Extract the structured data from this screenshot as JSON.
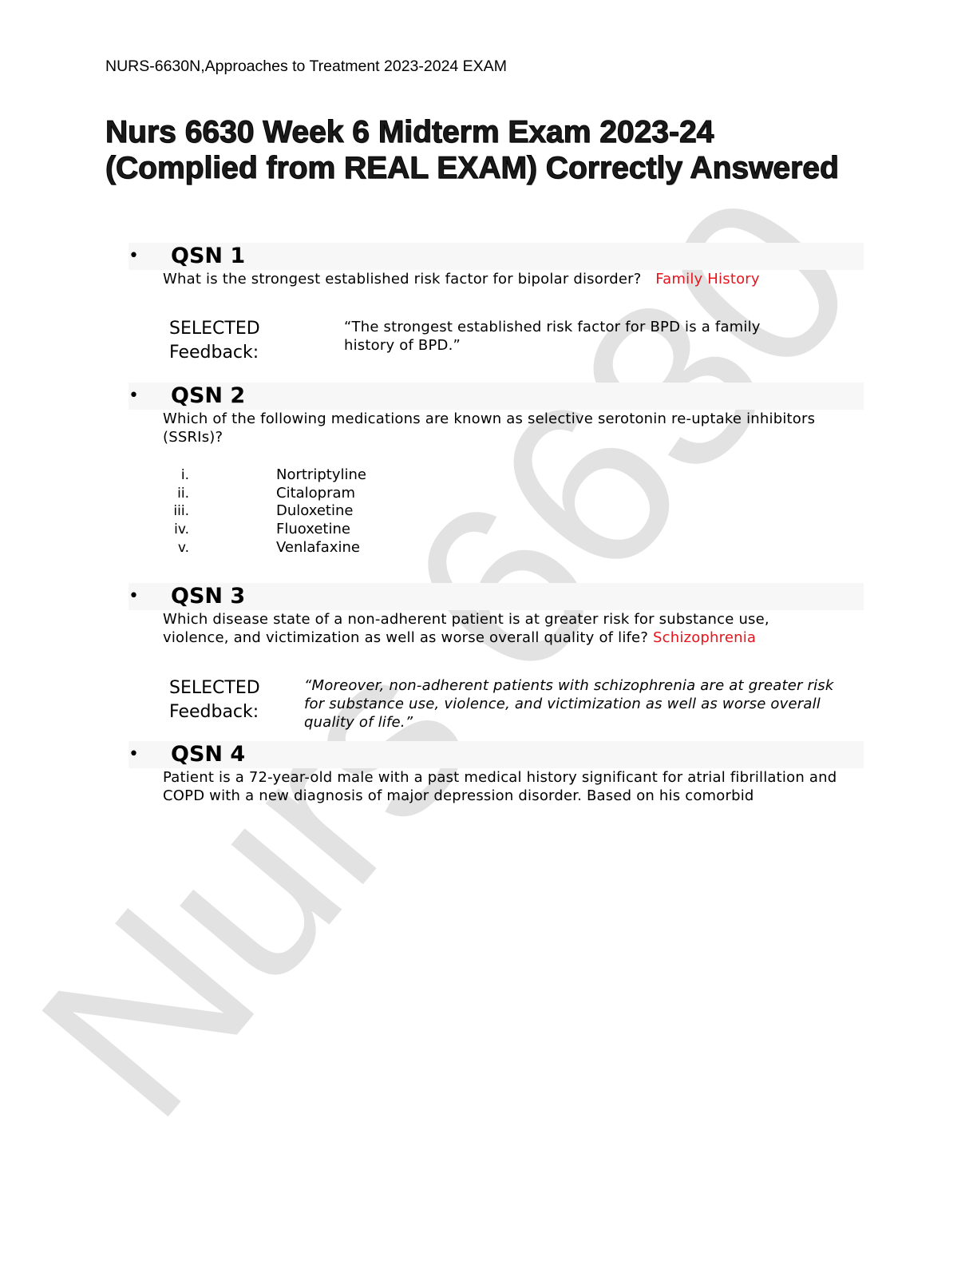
{
  "watermark": "Nurs 6630",
  "running_header": "NURS-6630N,Approaches to Treatment 2023-2024 EXAM",
  "title": "Nurs 6630 Week 6 Midterm Exam 2023-24 (Complied from REAL EXAM) Correctly Answered",
  "bullet": "•",
  "questions": [
    {
      "label": "QSN 1",
      "text": "What is the strongest established risk factor for bipolar disorder?",
      "answer": "Family History",
      "feedback_label_1": "SELECTED",
      "feedback_label_2": "Feedback:",
      "feedback_text": "“The strongest established risk factor for BPD is a family history of BPD.”"
    },
    {
      "label": "QSN 2",
      "text": "Which of the following medications are known as selective serotonin re-uptake inhibitors (SSRIs)?",
      "options": [
        {
          "num": "i.",
          "text": "Nortriptyline"
        },
        {
          "num": "ii.",
          "text": "Citalopram"
        },
        {
          "num": "iii.",
          "text": "Duloxetine"
        },
        {
          "num": "iv.",
          "text": "Fluoxetine"
        },
        {
          "num": "v.",
          "text": "Venlafaxine"
        }
      ]
    },
    {
      "label": "QSN 3",
      "text": "Which disease state of a non-adherent patient is at greater risk for substance use, violence, and victimization as well as worse overall quality of life?",
      "answer": "Schizophrenia",
      "feedback_label_1": "SELECTED",
      "feedback_label_2": "Feedback:",
      "feedback_text": "“Moreover, non-adherent patients with schizophrenia are at greater risk for substance use, violence, and victimization as well as worse overall quality of life.”"
    },
    {
      "label": "QSN 4",
      "text": "Patient is a 72-year-old male with a past medical history significant for atrial fibrillation and COPD with a new diagnosis of major depression disorder. Based on his comorbid"
    }
  ]
}
